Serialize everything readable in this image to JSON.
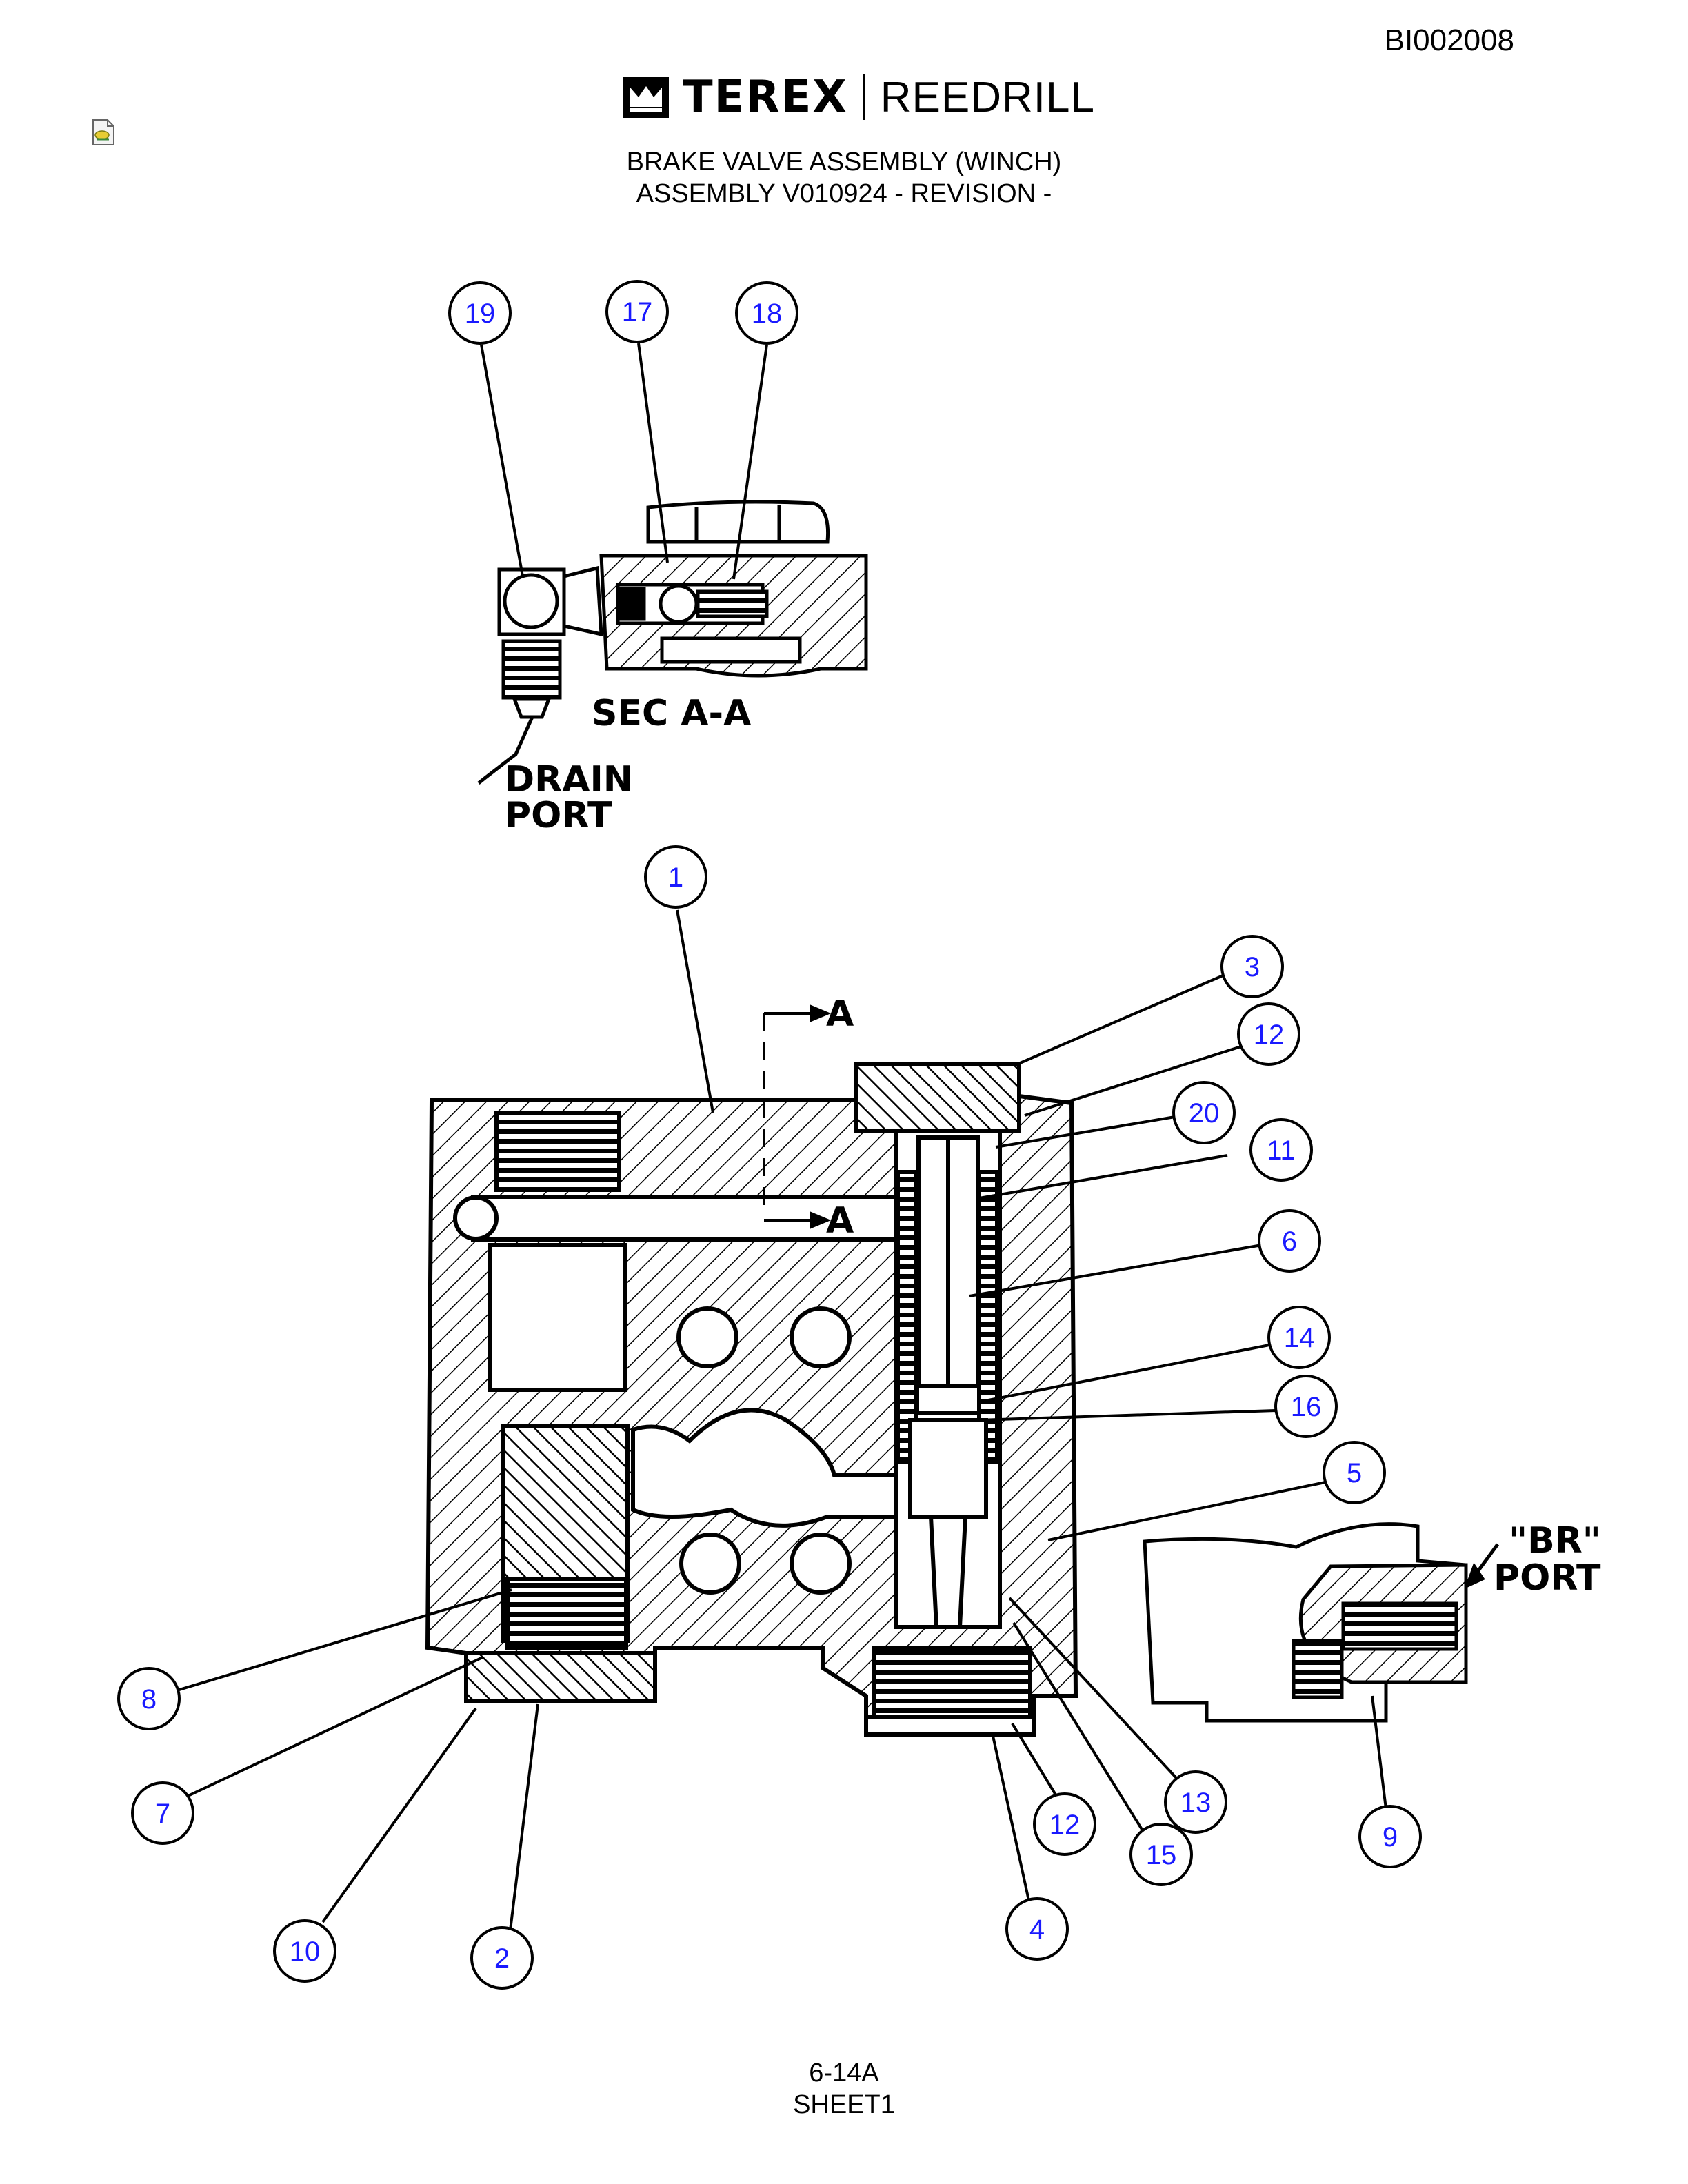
{
  "header": {
    "doc_id": "BI002008",
    "logo_left": "TEREX",
    "logo_right": "REEDRILL",
    "title_line1": "BRAKE VALVE ASSEMBLY (WINCH)",
    "title_line2": "ASSEMBLY V010924 - REVISION -"
  },
  "diagram": {
    "section_label": "SEC A-A",
    "drain_port_line1": "DRAIN",
    "drain_port_line2": "PORT",
    "section_marker_top": "A",
    "section_marker_bottom": "A",
    "br_port_line1": "\"BR\"",
    "br_port_line2": "PORT",
    "callouts": [
      "19",
      "17",
      "18",
      "1",
      "3",
      "12",
      "20",
      "11",
      "6",
      "14",
      "16",
      "5",
      "8",
      "7",
      "10",
      "2",
      "12",
      "15",
      "13",
      "4",
      "9"
    ]
  },
  "footer": {
    "page": "6-14A",
    "sheet": "SHEET1"
  }
}
